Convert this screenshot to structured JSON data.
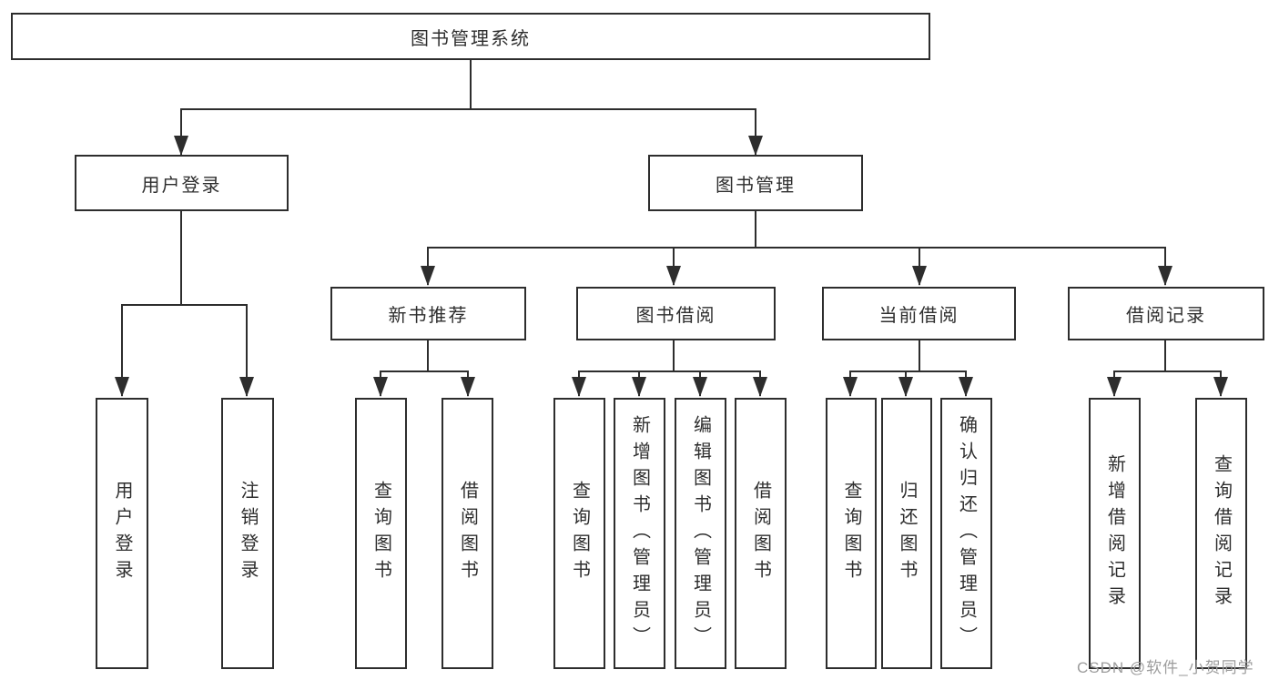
{
  "diagram": {
    "type": "hierarchy-tree",
    "colors": {
      "background": "#ffffff",
      "line": "#2d2d2d",
      "box_border": "#2d2d2d",
      "text": "#2e2e2e",
      "watermark": "#9d9d9d"
    },
    "nodes": {
      "root": {
        "label": "图书管理系统"
      },
      "user_login": {
        "label": "用户登录"
      },
      "book_mgmt": {
        "label": "图书管理"
      },
      "new_book_rec": {
        "label": "新书推荐"
      },
      "book_borrow": {
        "label": "图书借阅"
      },
      "current_borrow": {
        "label": "当前借阅"
      },
      "borrow_records": {
        "label": "借阅记录"
      },
      "leaf_user_login": {
        "label": "用户登录"
      },
      "leaf_logout": {
        "label": "注销登录"
      },
      "leaf_nbr_query": {
        "label": "查询图书"
      },
      "leaf_nbr_borrow": {
        "label": "借阅图书"
      },
      "leaf_bb_query": {
        "label": "查询图书"
      },
      "leaf_bb_add": {
        "label": "新增图书（管理员）"
      },
      "leaf_bb_edit": {
        "label": "编辑图书（管理员）"
      },
      "leaf_bb_borrow": {
        "label": "借阅图书"
      },
      "leaf_cb_query": {
        "label": "查询图书"
      },
      "leaf_cb_return": {
        "label": "归还图书"
      },
      "leaf_cb_confirm": {
        "label": "确认归还（管理员）"
      },
      "leaf_br_add": {
        "label": "新增借阅记录"
      },
      "leaf_br_query": {
        "label": "查询借阅记录"
      }
    },
    "hierarchy": {
      "图书管理系统": {
        "用户登录": [
          "用户登录",
          "注销登录"
        ],
        "图书管理": {
          "新书推荐": [
            "查询图书",
            "借阅图书"
          ],
          "图书借阅": [
            "查询图书",
            "新增图书（管理员）",
            "编辑图书（管理员）",
            "借阅图书"
          ],
          "当前借阅": [
            "查询图书",
            "归还图书",
            "确认归还（管理员）"
          ],
          "借阅记录": [
            "新增借阅记录",
            "查询借阅记录"
          ]
        }
      }
    }
  },
  "watermark": "CSDN @软件_小贺同学"
}
